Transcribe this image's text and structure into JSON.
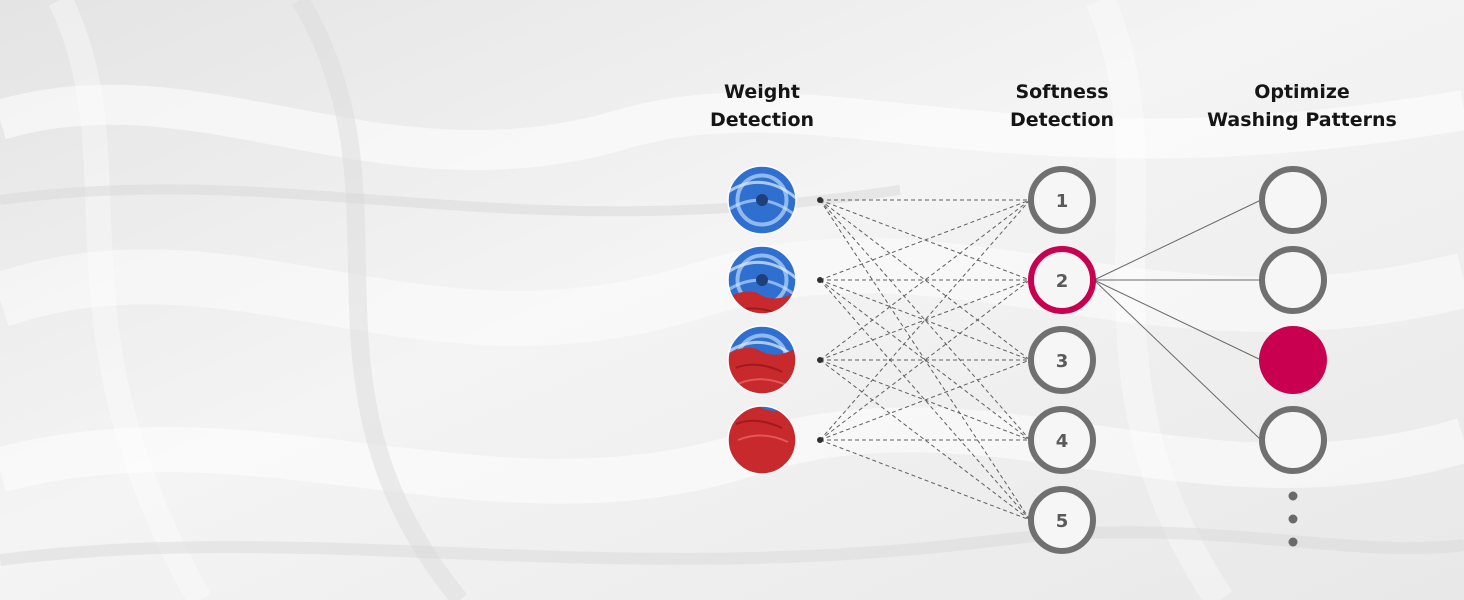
{
  "headings": {
    "weight": "Weight\nDetection",
    "softness": "Softness\nDetection",
    "optimize": "Optimize\nWashing Patterns"
  },
  "weight_levels": [
    {
      "icon": "drum-empty-icon",
      "fill": 0.0
    },
    {
      "icon": "drum-small-load-icon",
      "fill": 0.3
    },
    {
      "icon": "drum-half-load-icon",
      "fill": 0.65
    },
    {
      "icon": "drum-full-load-icon",
      "fill": 1.0
    }
  ],
  "softness_levels": [
    "1",
    "2",
    "3",
    "4",
    "5"
  ],
  "selected_softness": "2",
  "pattern_count": 4,
  "selected_pattern": 3,
  "more_patterns_indicator": "vertical-ellipsis",
  "colors": {
    "accent": "#c8004f",
    "ring": "#707070",
    "number": "#5a5a5a",
    "drum_blue": "#2f6fcf",
    "laundry_red": "#c7292c"
  }
}
